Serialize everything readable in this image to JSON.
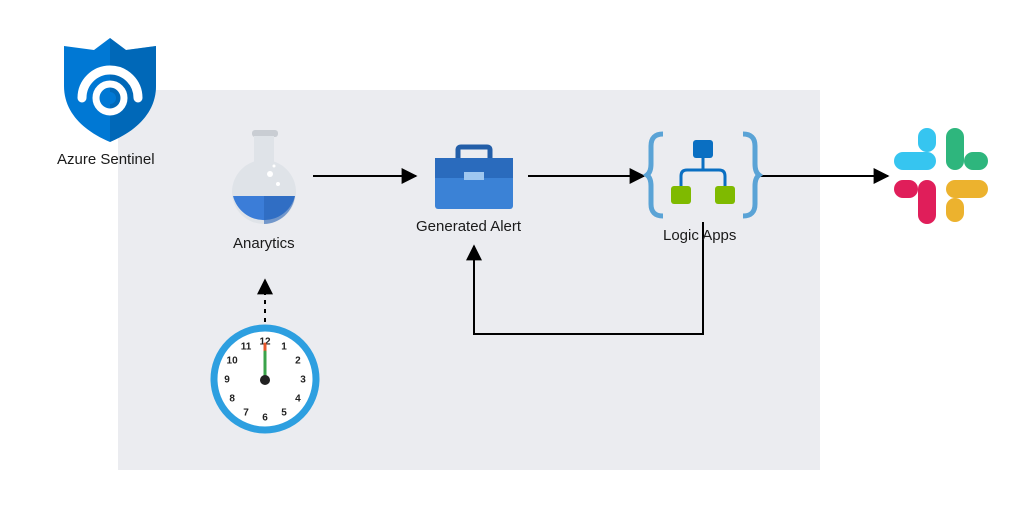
{
  "nodes": {
    "sentinel": {
      "label": "Azure Sentinel",
      "icon": "azure-sentinel-shield-icon"
    },
    "analytics": {
      "label": "Anarytics",
      "icon": "flask-icon"
    },
    "alert": {
      "label": "Generated Alert",
      "icon": "toolbox-icon"
    },
    "logic_apps": {
      "label": "Logic Apps",
      "icon": "logic-apps-icon"
    },
    "slack": {
      "label": "",
      "icon": "slack-icon"
    },
    "clock": {
      "label": "",
      "icon": "clock-icon",
      "numbers": [
        "12",
        "1",
        "2",
        "3",
        "4",
        "5",
        "6",
        "7",
        "8",
        "9",
        "10",
        "11"
      ]
    }
  },
  "edges": [
    {
      "from": "analytics",
      "to": "alert",
      "style": "solid"
    },
    {
      "from": "alert",
      "to": "logic_apps",
      "style": "solid"
    },
    {
      "from": "logic_apps",
      "to": "slack",
      "style": "solid"
    },
    {
      "from": "logic_apps",
      "to": "alert",
      "style": "solid"
    },
    {
      "from": "clock",
      "to": "analytics",
      "style": "dotted"
    }
  ],
  "colors": {
    "panel": "#ebecf0",
    "azure_blue": "#0078d4",
    "edge": "#000000",
    "slack_blue": "#36c5f0",
    "slack_green": "#2eb67d",
    "slack_red": "#e01e5a",
    "slack_yellow": "#ecb22e",
    "logic_green": "#7fba00"
  }
}
